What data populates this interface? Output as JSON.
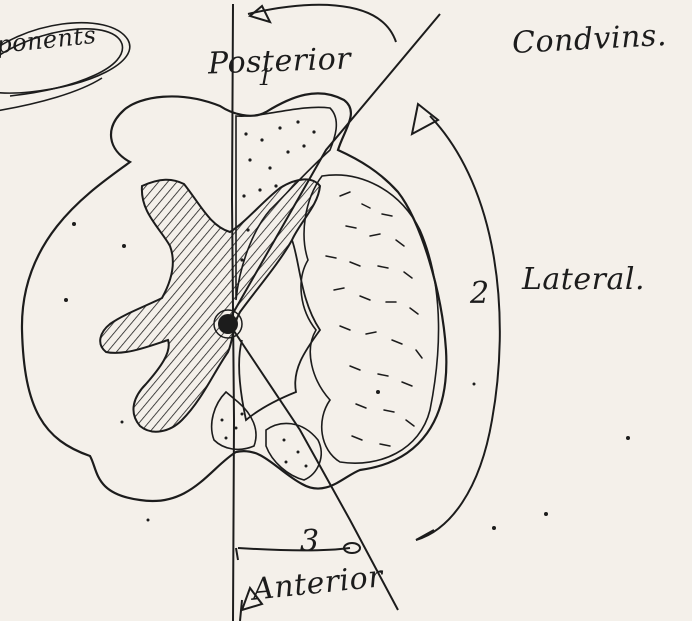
{
  "labels": {
    "top_left": "ponents",
    "posterior": "Posterior",
    "condvins": "Condvins.",
    "lateral": "Lateral.",
    "anterior": "Anterior"
  },
  "numbers": {
    "posterior": "1",
    "lateral": "2",
    "anterior": "3"
  },
  "colors": {
    "ink": "#1c1c1c",
    "paper": "#f4f0ea"
  }
}
